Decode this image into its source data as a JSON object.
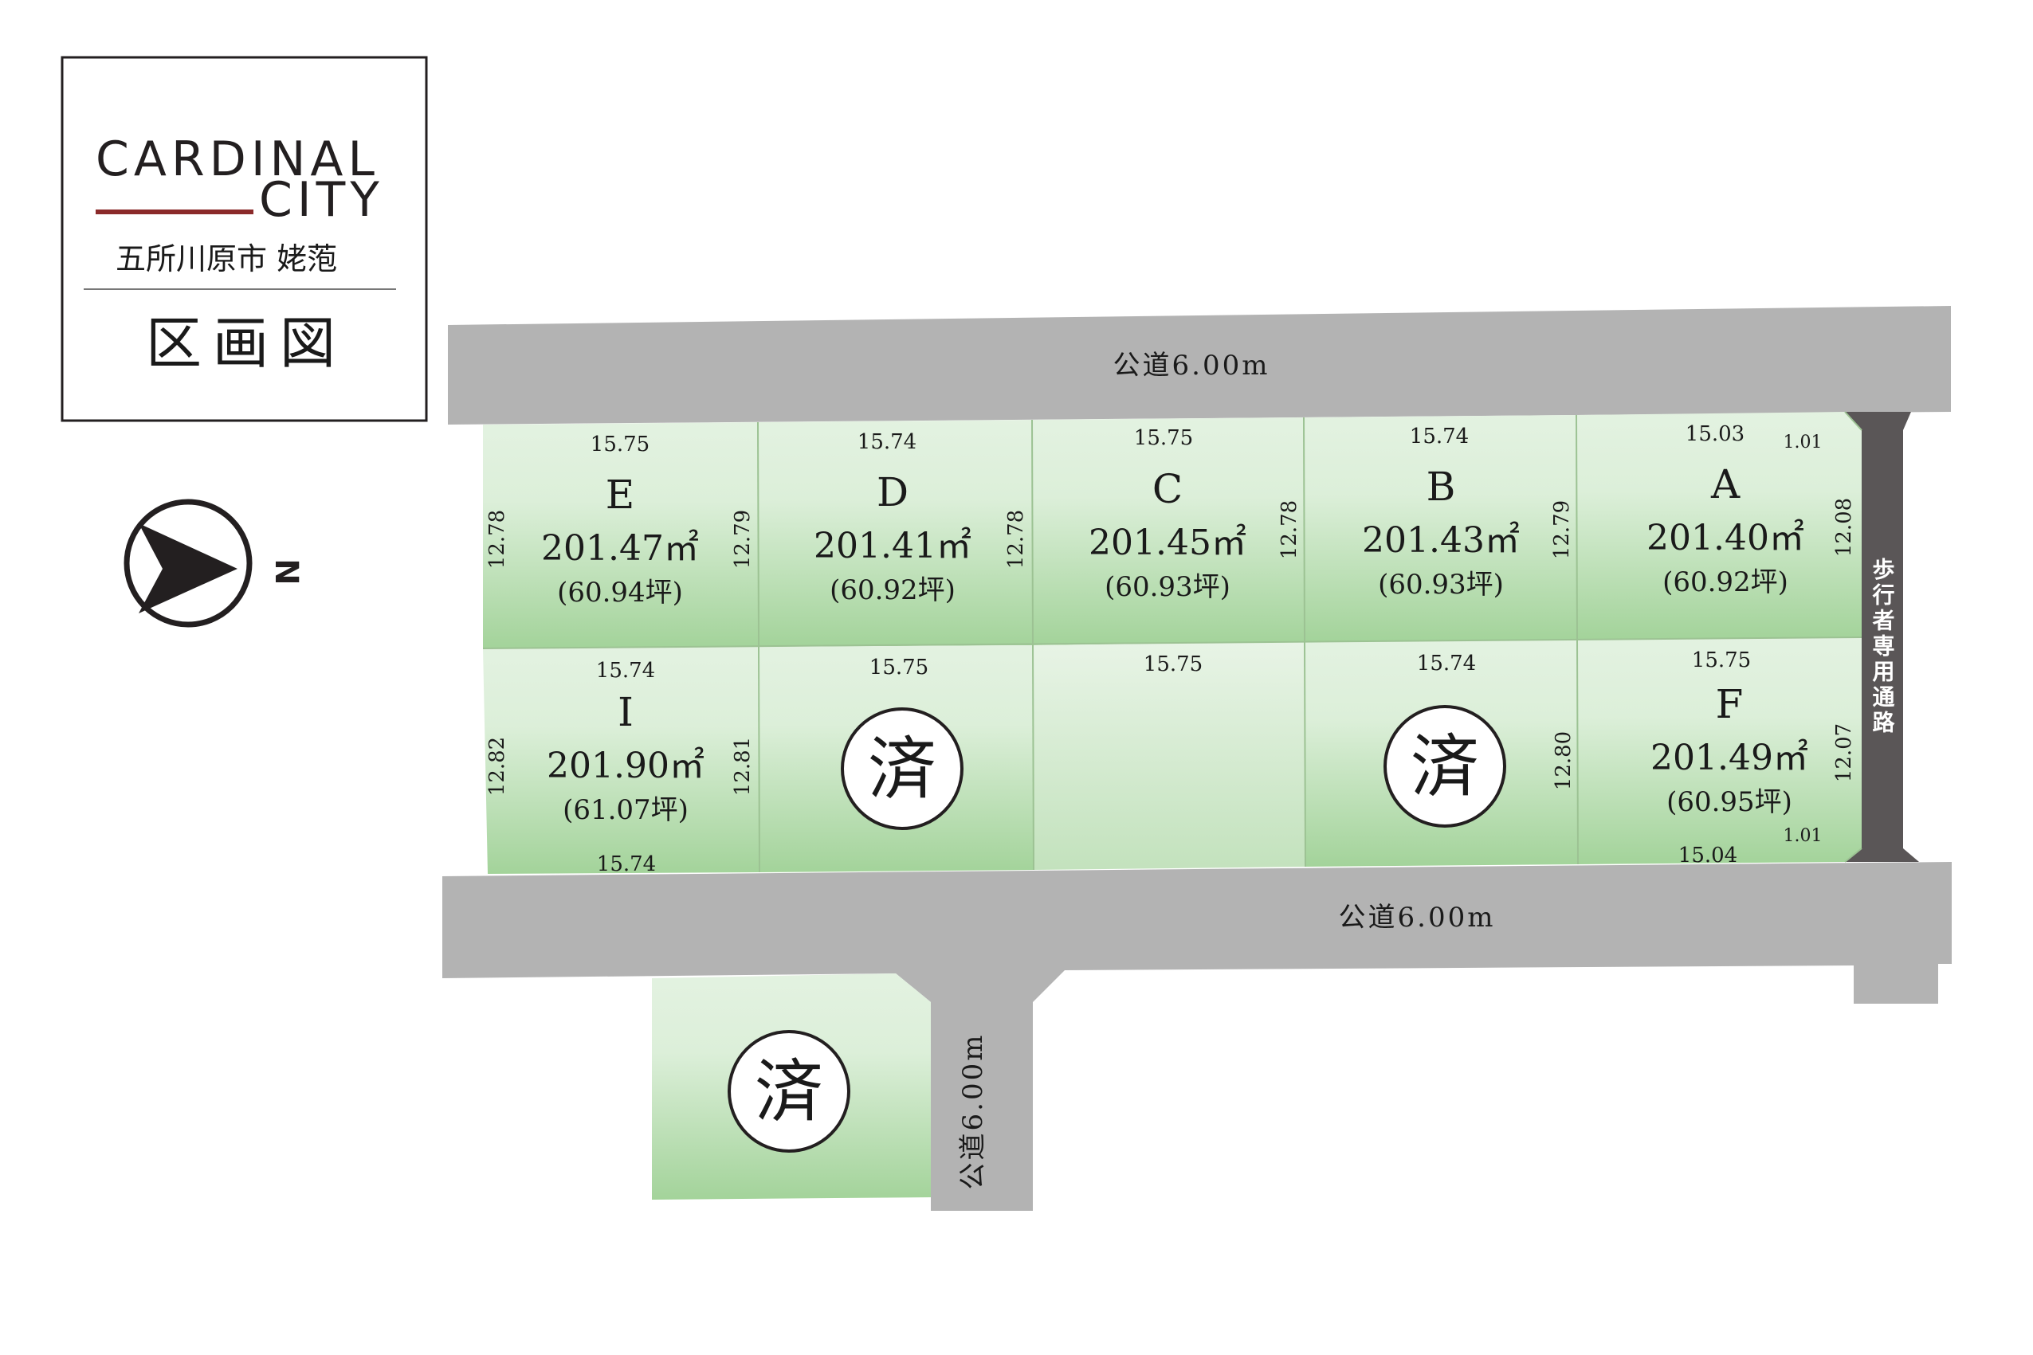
{
  "title_box": {
    "brand_line1": "CARDINAL",
    "brand_line2": "CITY",
    "location": "五所川原市 姥萢",
    "heading": "区画図",
    "accent_color": "#8b2a2a"
  },
  "compass": {
    "letter": "N",
    "icon": "north-arrow-icon"
  },
  "roads": {
    "top": "公道6.00m",
    "bottom": "公道6.00m",
    "branch": "公道6.00m",
    "walkway": "歩行者専用通路",
    "road_color": "#b3b3b3",
    "walkway_color": "#5a5657"
  },
  "lots": [
    {
      "id": "E",
      "area": "201.47㎡",
      "tsubo": "(60.94坪)",
      "top": "15.75",
      "left": "12.78",
      "right": "12.79",
      "bottom": "",
      "sold": false
    },
    {
      "id": "D",
      "area": "201.41㎡",
      "tsubo": "(60.92坪)",
      "top": "15.74",
      "left": "",
      "right": "12.78",
      "bottom": "",
      "sold": false
    },
    {
      "id": "C",
      "area": "201.45㎡",
      "tsubo": "(60.93坪)",
      "top": "15.75",
      "left": "",
      "right": "12.78",
      "bottom": "",
      "sold": false
    },
    {
      "id": "B",
      "area": "201.43㎡",
      "tsubo": "(60.93坪)",
      "top": "15.74",
      "left": "",
      "right": "12.79",
      "bottom": "",
      "sold": false
    },
    {
      "id": "A",
      "area": "201.40㎡",
      "tsubo": "(60.92坪)",
      "top": "15.03",
      "left": "",
      "right": "12.08",
      "bottom": "",
      "sold": false
    },
    {
      "id": "I",
      "area": "201.90㎡",
      "tsubo": "(61.07坪)",
      "top": "15.74",
      "left": "12.82",
      "right": "12.81",
      "bottom": "15.74",
      "sold": false
    },
    {
      "id": "",
      "area": "",
      "tsubo": "",
      "top": "15.75",
      "left": "",
      "right": "",
      "bottom": "",
      "sold": true
    },
    {
      "id": "",
      "area": "",
      "tsubo": "",
      "top": "15.75",
      "left": "",
      "right": "",
      "bottom": "",
      "sold": false
    },
    {
      "id": "",
      "area": "",
      "tsubo": "",
      "top": "15.74",
      "left": "",
      "right": "12.80",
      "bottom": "",
      "sold": true
    },
    {
      "id": "F",
      "area": "201.49㎡",
      "tsubo": "(60.95坪)",
      "top": "15.75",
      "left": "",
      "right": "12.07",
      "bottom": "15.04",
      "sold": false
    },
    {
      "id": "",
      "area": "",
      "tsubo": "",
      "top": "",
      "left": "",
      "right": "",
      "bottom": "",
      "sold": true
    }
  ],
  "corner_a": "1.01",
  "corner_f": "1.01",
  "sold_mark": "済",
  "lot_color_dark": "#a3d39a",
  "lot_color_light": "#e3f2e1"
}
